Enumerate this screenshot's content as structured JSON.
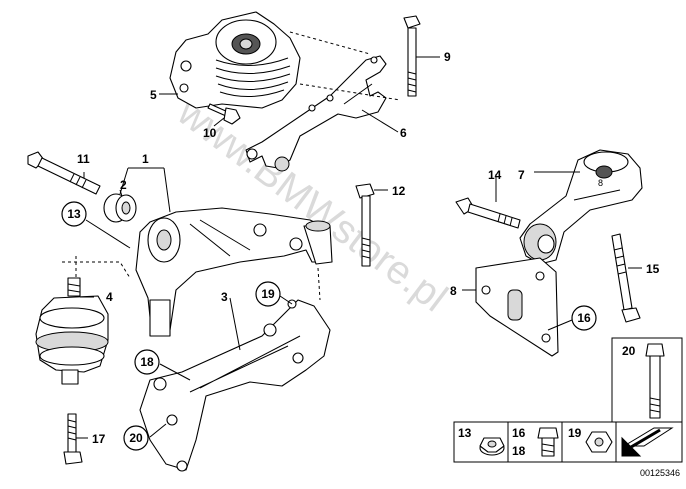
{
  "diagram": {
    "watermark": "www.BMWstore.pl",
    "reference_number": "00125346",
    "callouts": [
      {
        "id": "p1",
        "text": "1"
      },
      {
        "id": "p2",
        "text": "2"
      },
      {
        "id": "p3",
        "text": "3"
      },
      {
        "id": "p4",
        "text": "4"
      },
      {
        "id": "p5",
        "text": "5"
      },
      {
        "id": "p6",
        "text": "6"
      },
      {
        "id": "p7",
        "text": "7"
      },
      {
        "id": "p8",
        "text": "8"
      },
      {
        "id": "p9",
        "text": "9"
      },
      {
        "id": "p10",
        "text": "10"
      },
      {
        "id": "p11",
        "text": "11"
      },
      {
        "id": "p12",
        "text": "12"
      },
      {
        "id": "p13",
        "text": "13"
      },
      {
        "id": "p14",
        "text": "14"
      },
      {
        "id": "p15",
        "text": "15"
      },
      {
        "id": "p16",
        "text": "16"
      },
      {
        "id": "p17",
        "text": "17"
      },
      {
        "id": "p18",
        "text": "18"
      },
      {
        "id": "p19",
        "text": "19"
      },
      {
        "id": "p20",
        "text": "20"
      }
    ],
    "legend": {
      "cells": [
        {
          "text": "13"
        },
        {
          "text": "16"
        },
        {
          "text": "18"
        },
        {
          "text": "19"
        },
        {
          "text": "20"
        }
      ]
    }
  }
}
